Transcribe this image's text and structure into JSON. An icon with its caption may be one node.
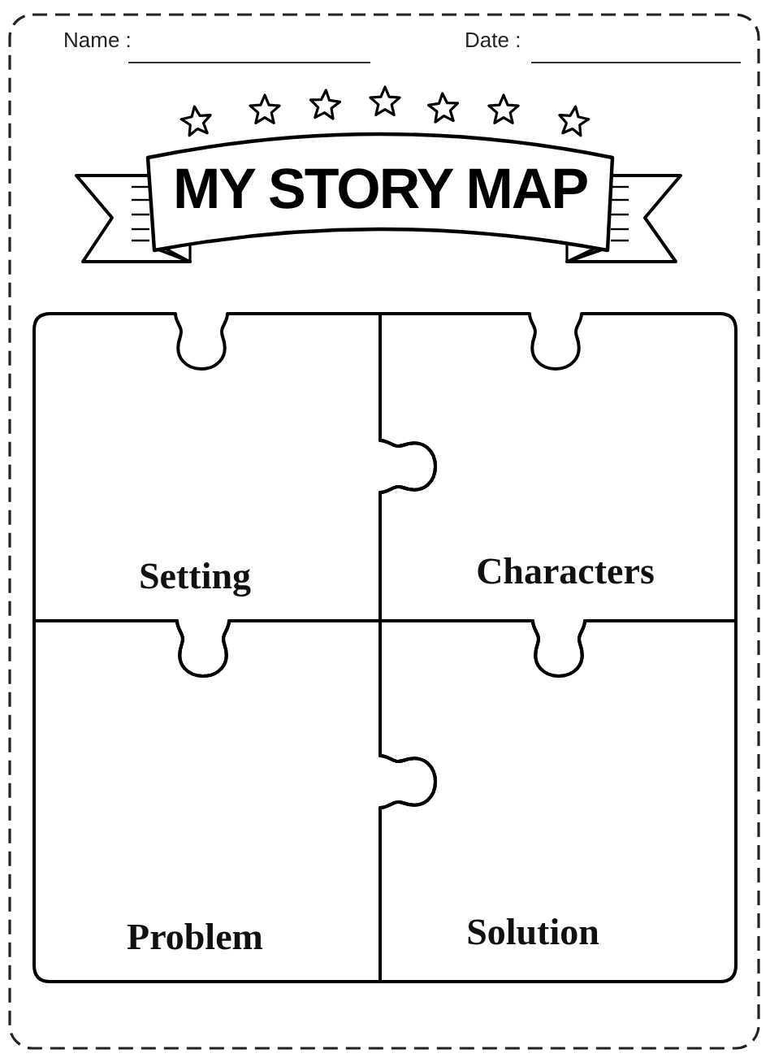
{
  "diagram": {
    "title": "MY STORY MAP",
    "nodes": [
      {
        "text": [
          "Setting"
        ]
      },
      {
        "text": [
          "Characters"
        ]
      },
      {
        "text": [
          "Problem"
        ]
      },
      {
        "text": [
          "Solution"
        ]
      }
    ],
    "labels": [
      "Name :",
      "Date :"
    ]
  }
}
